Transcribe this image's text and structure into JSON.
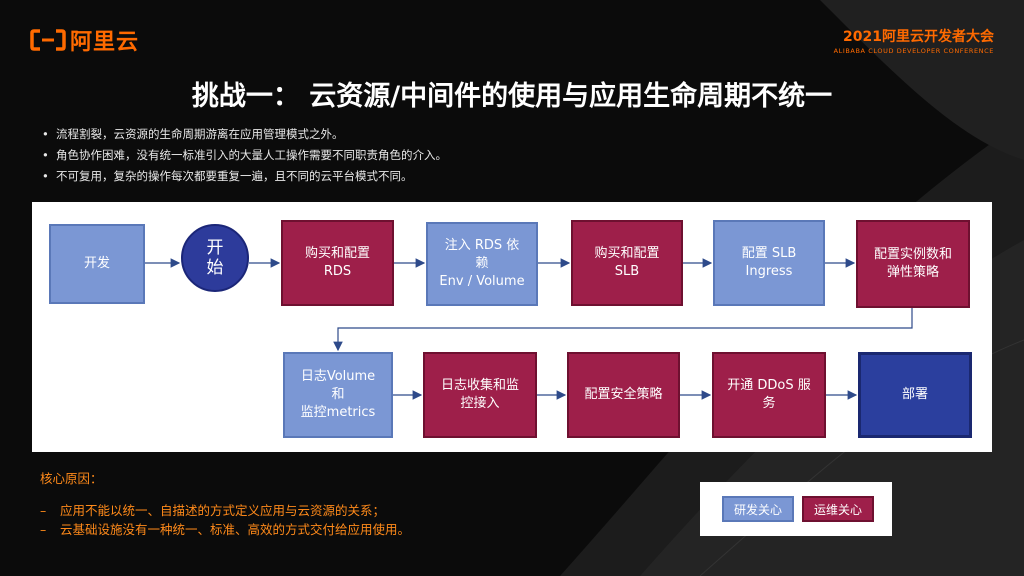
{
  "brand": {
    "logo_text": "阿里云",
    "conference_title": "2021阿里云开发者大会",
    "conference_subtitle": "ALIBABA CLOUD DEVELOPER CONFERENCE",
    "accent": "#ff6a00"
  },
  "title": "挑战一：  云资源/中间件的使用与应用生命周期不统一",
  "bullets": [
    "流程割裂，云资源的生命周期游离在应用管理模式之外。",
    "角色协作困难，没有统一标准引入的大量人工操作需要不同职责角色的介入。",
    "不可复用，复杂的操作每次都要重复一遍，且不同的云平台模式不同。"
  ],
  "flow": {
    "row1": [
      {
        "label": "开发",
        "role": "dev"
      },
      {
        "label": "开始",
        "role": "start"
      },
      {
        "label": "购买和配置 RDS",
        "role": "ops"
      },
      {
        "label": "注入 RDS 依赖 Env / Volume",
        "role": "dev"
      },
      {
        "label": "购买和配置 SLB",
        "role": "ops"
      },
      {
        "label": "配置 SLB Ingress",
        "role": "dev"
      },
      {
        "label": "配置实例数和弹性策略",
        "role": "ops"
      }
    ],
    "row2": [
      {
        "label": "日志Volume 和 监控metrics",
        "role": "dev"
      },
      {
        "label": "日志收集和监控接入",
        "role": "ops"
      },
      {
        "label": "配置安全策略",
        "role": "ops"
      },
      {
        "label": "开通 DDoS 服务",
        "role": "ops"
      },
      {
        "label": "部署",
        "role": "deploy"
      }
    ],
    "labels": {
      "dev": "开发",
      "start_l1": "开",
      "start_l2": "始",
      "rds_l1": "购买和配置",
      "rds_l2": "RDS",
      "env_l1": "注入 RDS 依",
      "env_l2": "赖",
      "env_l3": "Env / Volume",
      "slb_l1": "购买和配置",
      "slb_l2": "SLB",
      "ingress_l1": "配置 SLB",
      "ingress_l2": "Ingress",
      "scale_l1": "配置实例数和",
      "scale_l2": "弹性策略",
      "vol_l1": "日志Volume",
      "vol_l2": "和",
      "vol_l3": "监控metrics",
      "log_l1": "日志收集和监",
      "log_l2": "控接入",
      "sec": "配置安全策略",
      "ddos_l1": "开通 DDoS 服",
      "ddos_l2": "务",
      "deploy": "部署"
    }
  },
  "reasons": {
    "title": "核心原因：",
    "items": [
      "应用不能以统一、自描述的方式定义应用与云资源的关系；",
      "云基础设施没有一种统一、标准、高效的方式交付给应用使用。"
    ]
  },
  "legend": {
    "dev_label": "研发关心",
    "ops_label": "运维关心"
  },
  "colors": {
    "dev": "#7b97d4",
    "ops": "#9e1f4a",
    "deploy": "#2b3f9e"
  }
}
